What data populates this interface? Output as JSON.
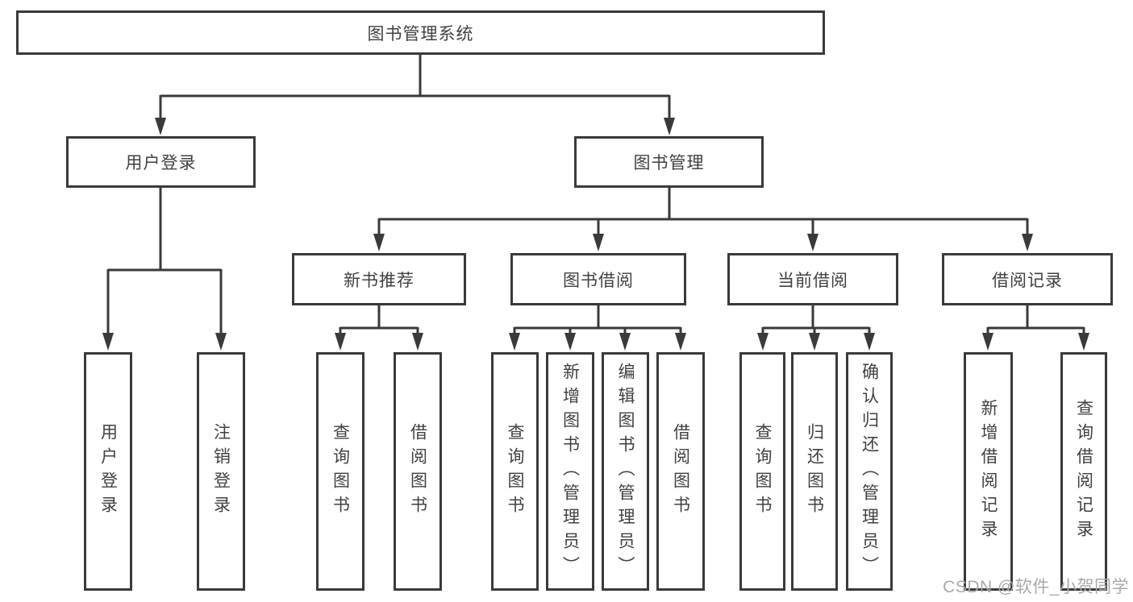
{
  "diagram": {
    "root": "图书管理系统",
    "user_login": {
      "label": "用户登录",
      "leaves": [
        "用户登录",
        "注销登录"
      ]
    },
    "book_management": {
      "label": "图书管理",
      "children": [
        {
          "label": "新书推荐",
          "leaves": [
            "查询图书",
            "借阅图书"
          ]
        },
        {
          "label": "图书借阅",
          "leaves": [
            "查询图书",
            "新增图书（管理员）",
            "编辑图书（管理员）",
            "借阅图书"
          ]
        },
        {
          "label": "当前借阅",
          "leaves": [
            "查询图书",
            "归还图书",
            "确认归还（管理员）"
          ]
        },
        {
          "label": "借阅记录",
          "leaves": [
            "新增借阅记录",
            "查询借阅记录"
          ]
        }
      ]
    }
  },
  "watermark": "CSDN @软件_小贺同学"
}
